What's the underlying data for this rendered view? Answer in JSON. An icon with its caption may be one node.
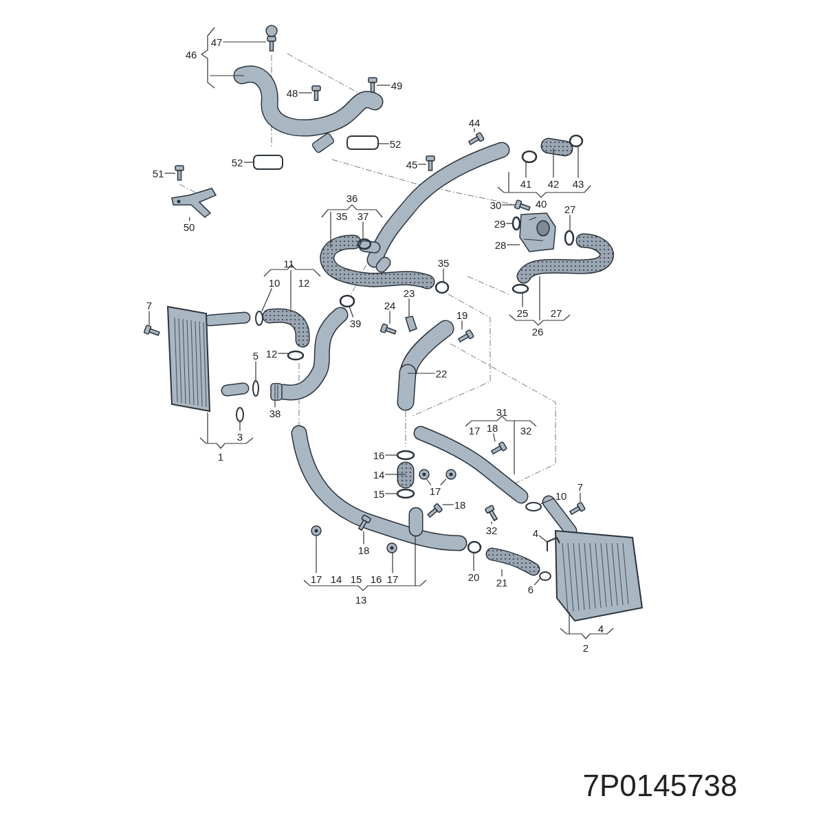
{
  "diagram": {
    "nodes": [
      {
        "text": [
          "47"
        ]
      },
      {
        "text": [
          "48"
        ]
      },
      {
        "text": [
          "49"
        ]
      },
      {
        "text": [
          "44"
        ]
      },
      {
        "text": [
          "52"
        ]
      },
      {
        "text": [
          "52"
        ]
      },
      {
        "text": [
          "45"
        ]
      },
      {
        "text": [
          "51"
        ]
      },
      {
        "text": [
          "41"
        ]
      },
      {
        "text": [
          "42"
        ]
      },
      {
        "text": [
          "43"
        ]
      },
      {
        "text": [
          "30"
        ]
      },
      {
        "text": [
          "27"
        ]
      },
      {
        "text": [
          "37"
        ]
      },
      {
        "text": [
          "29"
        ]
      },
      {
        "text": [
          "50"
        ]
      },
      {
        "text": [
          "28"
        ]
      },
      {
        "text": [
          "35"
        ]
      },
      {
        "text": [
          "10"
        ]
      },
      {
        "text": [
          "23"
        ]
      },
      {
        "text": [
          "24"
        ]
      },
      {
        "text": [
          "7"
        ]
      },
      {
        "text": [
          "25"
        ]
      },
      {
        "text": [
          "19"
        ]
      },
      {
        "text": [
          "39"
        ]
      },
      {
        "text": [
          "12"
        ]
      },
      {
        "text": [
          "5"
        ]
      },
      {
        "text": [
          "22"
        ]
      },
      {
        "text": [
          "38"
        ]
      },
      {
        "text": [
          "3"
        ]
      },
      {
        "text": [
          "18"
        ]
      },
      {
        "text": [
          "16"
        ]
      },
      {
        "text": [
          "14"
        ]
      },
      {
        "text": [
          "15"
        ]
      },
      {
        "text": [
          "17"
        ]
      },
      {
        "text": [
          "7"
        ]
      },
      {
        "text": [
          "10"
        ]
      },
      {
        "text": [
          "18"
        ]
      },
      {
        "text": [
          "32"
        ]
      },
      {
        "text": [
          "4"
        ]
      },
      {
        "text": [
          "18"
        ]
      },
      {
        "text": [
          "17"
        ]
      },
      {
        "text": [
          "17"
        ]
      },
      {
        "text": [
          "20"
        ]
      },
      {
        "text": [
          "21"
        ]
      },
      {
        "text": [
          "6"
        ]
      },
      {
        "text": [],
        "shape": "picture"
      },
      {
        "text": [],
        "shape": "picture"
      },
      {
        "text": [],
        "shape": "picture"
      },
      {
        "text": [],
        "shape": "picture"
      },
      {
        "text": [],
        "shape": "box"
      },
      {
        "text": [],
        "shape": "box"
      },
      {
        "text": [],
        "shape": "picture"
      },
      {
        "text": [],
        "shape": "picture"
      },
      {
        "text": [],
        "shape": "circle"
      },
      {
        "text": [],
        "shape": "picture"
      },
      {
        "text": [],
        "shape": "circle"
      },
      {
        "text": [],
        "shape": "picture"
      },
      {
        "text": [],
        "shape": "circle"
      },
      {
        "text": [],
        "shape": "circle"
      },
      {
        "text": [],
        "shape": "circle"
      },
      {
        "text": [],
        "shape": "picture"
      },
      {
        "text": [],
        "shape": "picture"
      },
      {
        "text": [],
        "shape": "circle"
      },
      {
        "text": [],
        "shape": "circle"
      },
      {
        "text": [],
        "shape": "picture"
      },
      {
        "text": [],
        "shape": "picture"
      },
      {
        "text": [],
        "shape": "picture"
      },
      {
        "text": [],
        "shape": "circle"
      },
      {
        "text": [],
        "shape": "picture"
      },
      {
        "text": [],
        "shape": "circle"
      },
      {
        "text": [],
        "shape": "circle"
      },
      {
        "text": [],
        "shape": "circle"
      },
      {
        "text": [],
        "shape": "picture"
      },
      {
        "text": [],
        "shape": "picture"
      },
      {
        "text": [],
        "shape": "circle"
      },
      {
        "text": [],
        "shape": "picture"
      },
      {
        "text": [],
        "shape": "circle"
      },
      {
        "text": [],
        "shape": "picture"
      },
      {
        "text": [],
        "shape": "circle"
      },
      {
        "text": [],
        "shape": "picture"
      },
      {
        "text": [],
        "shape": "picture"
      },
      {
        "text": [],
        "shape": "picture"
      },
      {
        "text": [],
        "shape": "circle"
      },
      {
        "text": [],
        "shape": "picture"
      },
      {
        "text": [],
        "shape": "picture"
      },
      {
        "text": [],
        "shape": "picture"
      },
      {
        "text": [],
        "shape": "picture"
      },
      {
        "text": [],
        "shape": "picture"
      },
      {
        "text": [],
        "shape": "picture"
      },
      {
        "text": [],
        "shape": "circle"
      },
      {
        "text": [],
        "shape": "picture"
      },
      {
        "text": [],
        "shape": "circle"
      }
    ],
    "edges": [
      {
        "from": 0,
        "to": 46,
        "arrow": "none"
      },
      {
        "from": 1,
        "to": 47,
        "arrow": "none"
      },
      {
        "from": 2,
        "to": 48,
        "arrow": "none"
      },
      {
        "from": 3,
        "to": 49,
        "arrow": "none"
      },
      {
        "from": 4,
        "to": 50,
        "arrow": "none"
      },
      {
        "from": 5,
        "to": 51,
        "arrow": "none"
      },
      {
        "from": 6,
        "to": 52,
        "arrow": "none"
      },
      {
        "from": 7,
        "to": 53,
        "arrow": "none"
      },
      {
        "from": 8,
        "to": 54,
        "arrow": "none"
      },
      {
        "from": 9,
        "to": 55,
        "arrow": "none"
      },
      {
        "from": 10,
        "to": 56,
        "arrow": "none"
      },
      {
        "from": 11,
        "to": 57,
        "arrow": "none"
      },
      {
        "from": 12,
        "to": 58,
        "arrow": "none"
      },
      {
        "from": 13,
        "to": 59,
        "arrow": "none"
      },
      {
        "from": 14,
        "to": 60,
        "arrow": "none"
      },
      {
        "from": 15,
        "to": 61,
        "arrow": "none"
      },
      {
        "from": 16,
        "to": 62,
        "arrow": "none"
      },
      {
        "from": 17,
        "to": 63,
        "arrow": "none"
      },
      {
        "from": 18,
        "to": 64,
        "arrow": "none"
      },
      {
        "from": 19,
        "to": 65,
        "arrow": "none"
      },
      {
        "from": 20,
        "to": 66,
        "arrow": "none"
      },
      {
        "from": 21,
        "to": 67,
        "arrow": "none"
      },
      {
        "from": 22,
        "to": 68,
        "arrow": "none"
      },
      {
        "from": 23,
        "to": 69,
        "arrow": "none"
      },
      {
        "from": 24,
        "to": 70,
        "arrow": "none"
      },
      {
        "from": 25,
        "to": 71,
        "arrow": "none"
      },
      {
        "from": 26,
        "to": 72,
        "arrow": "none"
      },
      {
        "from": 27,
        "to": 73,
        "arrow": "none"
      },
      {
        "from": 28,
        "to": 74,
        "arrow": "none"
      },
      {
        "from": 29,
        "to": 75,
        "arrow": "none"
      },
      {
        "from": 30,
        "to": 76,
        "arrow": "none"
      },
      {
        "from": 31,
        "to": 77,
        "arrow": "none"
      },
      {
        "from": 32,
        "to": 78,
        "arrow": "none"
      },
      {
        "from": 33,
        "to": 79,
        "arrow": "none"
      },
      {
        "from": 34,
        "to": 80,
        "arrow": "none"
      },
      {
        "from": 34,
        "to": 81,
        "arrow": "none"
      },
      {
        "from": 35,
        "to": 82,
        "arrow": "none"
      },
      {
        "from": 36,
        "to": 83,
        "arrow": "none"
      },
      {
        "from": 37,
        "to": 84,
        "arrow": "none"
      },
      {
        "from": 38,
        "to": 85,
        "arrow": "none"
      },
      {
        "from": 39,
        "to": 86,
        "arrow": "none"
      },
      {
        "from": 40,
        "to": 87,
        "arrow": "none"
      },
      {
        "from": 41,
        "to": 88,
        "arrow": "none"
      },
      {
        "from": 42,
        "to": 89,
        "arrow": "none"
      },
      {
        "from": 43,
        "to": 90,
        "arrow": "none"
      },
      {
        "from": 44,
        "to": 91,
        "arrow": "none"
      },
      {
        "from": 45,
        "to": 92,
        "arrow": "none"
      }
    ],
    "labels": [
      "46",
      "36",
      "40",
      "35",
      "11",
      "12",
      "27",
      "26",
      "31",
      "17",
      "32",
      "1",
      "14",
      "15",
      "16",
      "13",
      "4",
      "2",
      "7P0145738"
    ]
  }
}
